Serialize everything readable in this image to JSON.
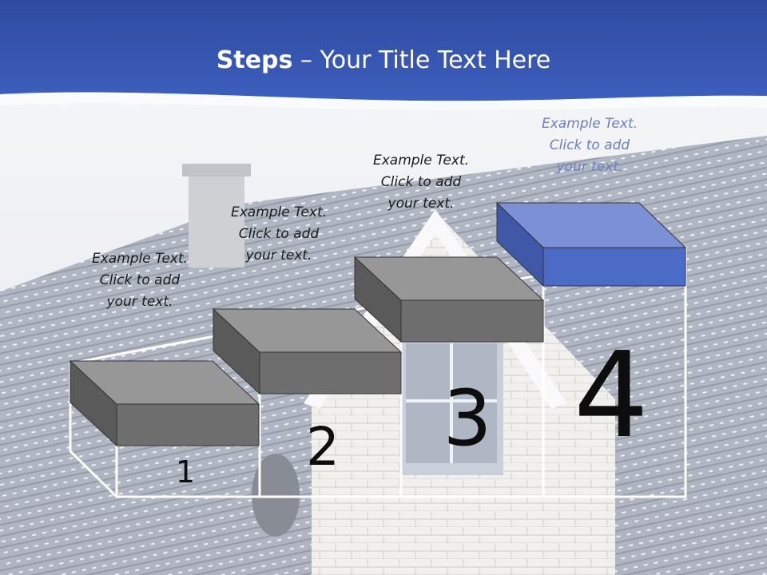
{
  "slide": {
    "title_bold": "Steps",
    "title_rest": " – Your Title Text Here"
  },
  "steps": [
    {
      "number": "1",
      "caption": [
        "Example Text.",
        "Click  to add",
        "your text."
      ]
    },
    {
      "number": "2",
      "caption": [
        "Example Text.",
        "Click  to add",
        "your text."
      ]
    },
    {
      "number": "3",
      "caption": [
        "Example Text.",
        "Click  to add",
        "your text."
      ]
    },
    {
      "number": "4",
      "caption": [
        "Example Text.",
        "Click  to add",
        "your text."
      ],
      "highlighted": true
    }
  ],
  "colors": {
    "header": "#3456b0",
    "highlight_front": "#4c6bc6",
    "highlight_top": "#7b90d6",
    "block_front": "#6e6e6e",
    "block_top": "#979797"
  }
}
